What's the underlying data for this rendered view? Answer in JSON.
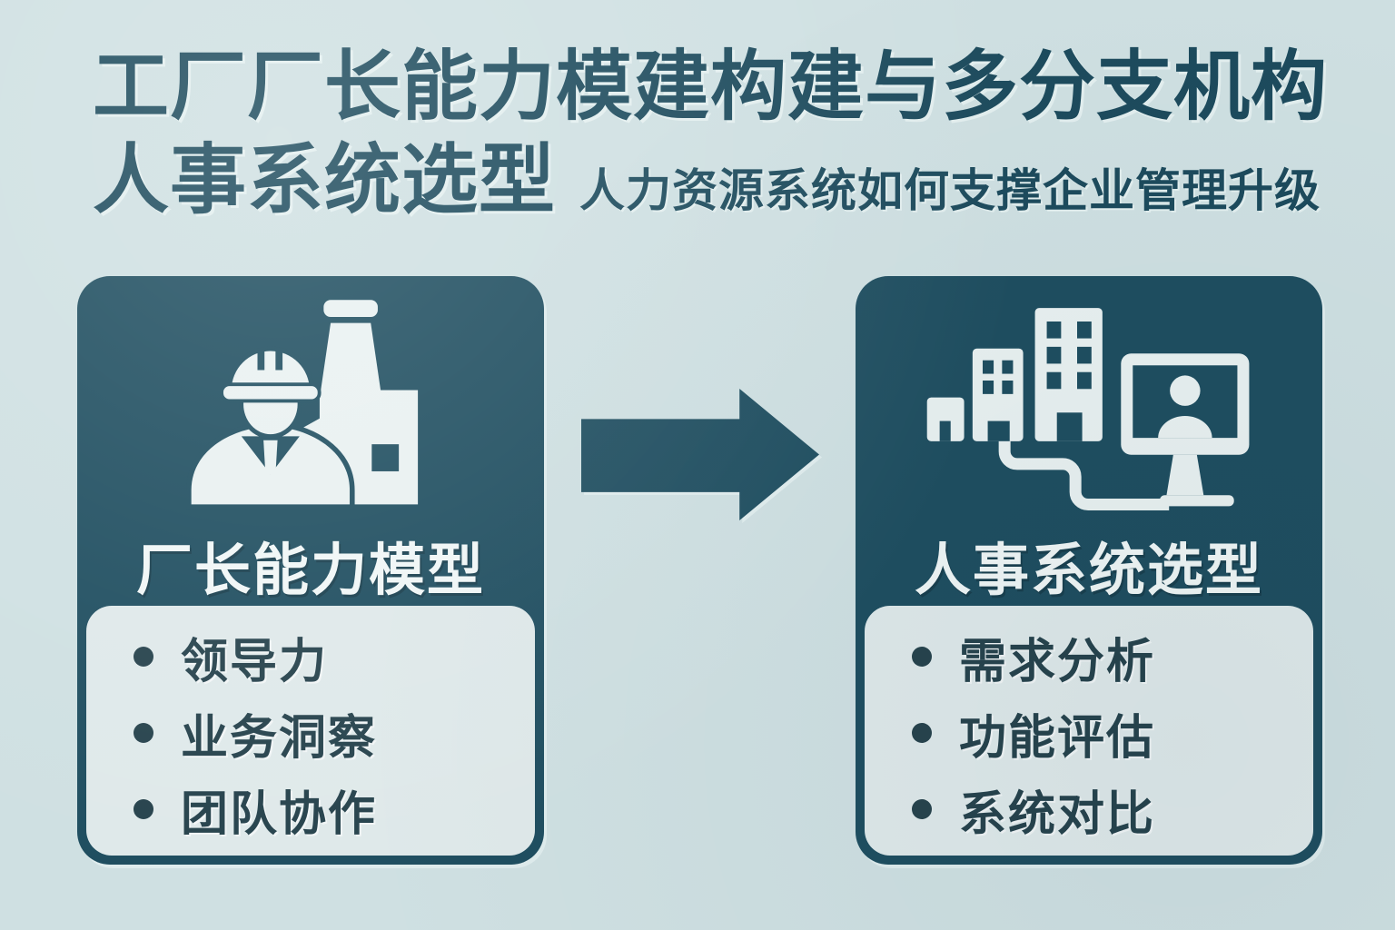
{
  "title": {
    "line1": "工厂厂长能力模建构建与多分支机构",
    "line2": "人事系统选型",
    "subtitle": "人力资源系统如何支撑企业管理升级"
  },
  "cards": [
    {
      "id": "factory-manager",
      "header": "厂长能力模型",
      "icon": "worker-factory-icon",
      "items": [
        "领导力",
        "业务洞察",
        "团队协作"
      ]
    },
    {
      "id": "hr-system",
      "header": "人事系统选型",
      "icon": "buildings-monitor-icon",
      "items": [
        "需求分析",
        "功能评估",
        "系统对比"
      ]
    }
  ],
  "arrow": {
    "direction": "right"
  },
  "colors": {
    "background": "#cfe0e2",
    "card_dark": "#1f4e60",
    "panel_light": "#dfe9ea",
    "list_text": "#27434d",
    "icon_light": "#e9f1f1",
    "title_text": "#1d4b5d"
  }
}
